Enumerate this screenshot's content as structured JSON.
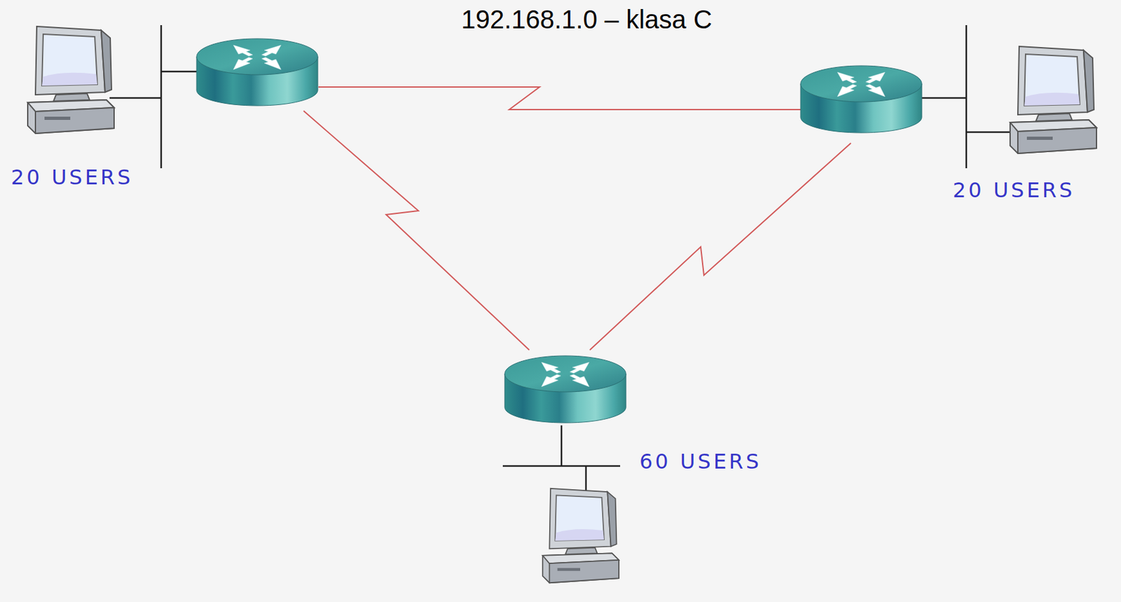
{
  "diagram": {
    "title": "192.168.1.0 – klasa C",
    "labels": [
      "20 USERS",
      "20 USERS",
      "60 USERS"
    ]
  }
}
